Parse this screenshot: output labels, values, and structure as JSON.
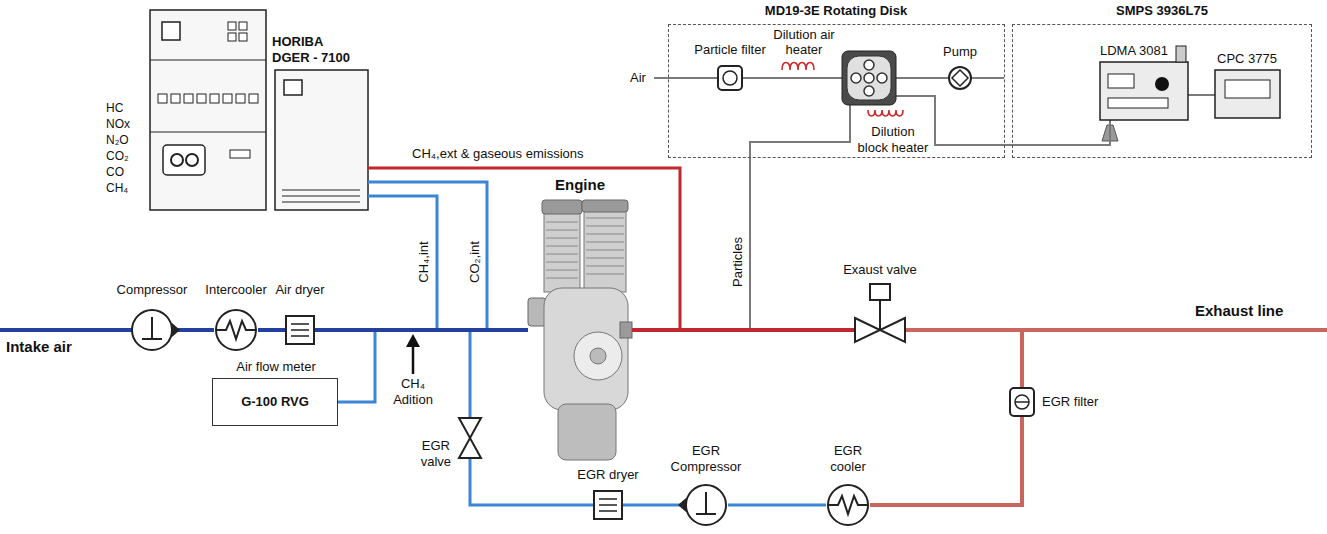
{
  "diagram": {
    "nodes": [
      {
        "text": [
          "HC NOx N₂O CO₂ CO CH₄",
          "HORIBA DGER - 7100"
        ]
      },
      {
        "text": [
          "MD19-3E Rotating Disk"
        ]
      },
      {
        "text": [
          "Particle filter"
        ],
        "in": 1
      },
      {
        "text": [
          "Dilution block heater"
        ],
        "in": 1
      },
      {
        "text": [
          "Pump"
        ],
        "in": 1
      },
      {
        "text": [
          "SMPS 3936L75"
        ]
      },
      {
        "text": [
          "LDMA 3081"
        ],
        "in": 5
      },
      {
        "text": [
          "CPC 3775"
        ],
        "in": 5
      },
      {
        "text": [
          "Compressor"
        ]
      },
      {
        "text": [
          "Intercooler"
        ]
      },
      {
        "text": [
          "Air dryer"
        ]
      },
      {
        "text": [
          "Engine"
        ]
      },
      {
        "text": [
          "Exaust valve"
        ]
      },
      {
        "text": [
          "Air flow meter",
          "G-100 RVG"
        ]
      },
      {
        "text": [
          "EGR filter"
        ]
      },
      {
        "text": [
          "EGR valve"
        ]
      },
      {
        "text": [
          "EGR dryer"
        ]
      },
      {
        "text": [
          "EGR Compressor"
        ]
      },
      {
        "text": [
          "EGR cooler"
        ]
      }
    ],
    "edges": [
      {
        "from": 8,
        "to": 9,
        "arrow": "none"
      },
      {
        "from": 9,
        "to": 10,
        "arrow": "none"
      },
      {
        "from": 10,
        "to": 11,
        "arrow": "none"
      },
      {
        "from": 10,
        "to": 13,
        "arrow": "none"
      },
      {
        "from": 10,
        "to": 0,
        "label": "CH₄,int",
        "arrow": "none"
      },
      {
        "from": 10,
        "to": 0,
        "label": "CO₂,int",
        "arrow": "none"
      },
      {
        "from": 15,
        "to": 11,
        "arrow": "none"
      },
      {
        "from": 16,
        "to": 15,
        "arrow": "none"
      },
      {
        "from": 17,
        "to": 16,
        "arrow": "none"
      },
      {
        "from": 18,
        "to": 17,
        "arrow": "none"
      },
      {
        "from": 14,
        "to": 18,
        "arrow": "none"
      },
      {
        "from": 12,
        "to": 14,
        "arrow": "none"
      },
      {
        "from": 11,
        "to": 12,
        "arrow": "none"
      },
      {
        "from": 11,
        "to": 0,
        "label": "CH₄,ext & gaseous emissions",
        "arrow": "none"
      },
      {
        "from": 11,
        "to": 3,
        "label": "Particles",
        "arrow": "none"
      },
      {
        "from": 2,
        "to": 3,
        "arrow": "none"
      },
      {
        "from": 3,
        "to": 4,
        "arrow": "none"
      },
      {
        "from": 3,
        "to": 6,
        "arrow": "none"
      },
      {
        "from": 6,
        "to": 7,
        "arrow": "none"
      }
    ],
    "labels": [
      "Intake air",
      "CH₄ Adition",
      "Air",
      "Dilution air heater",
      "Exhaust line"
    ]
  }
}
